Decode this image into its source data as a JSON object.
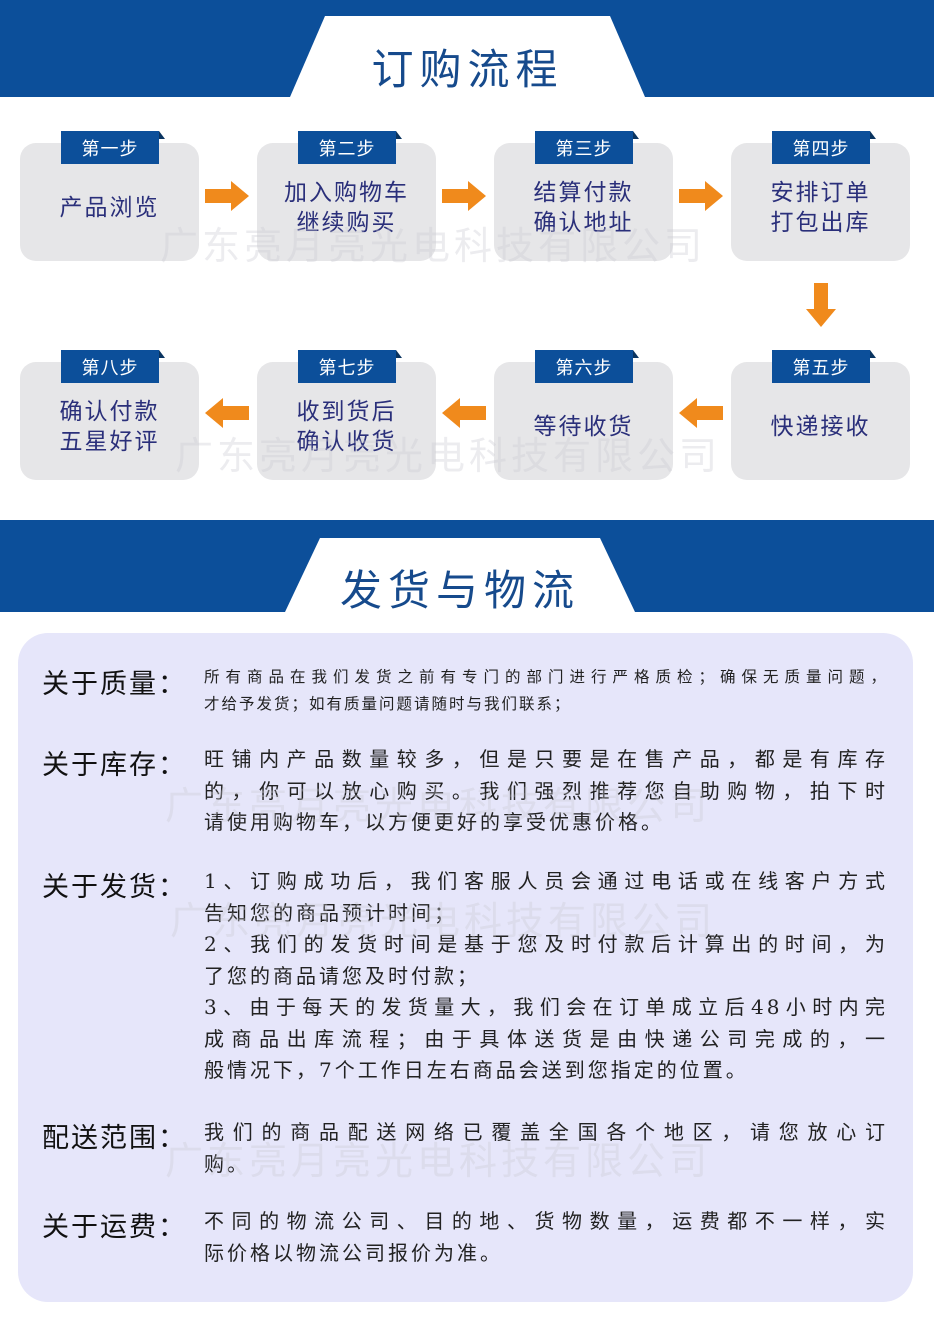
{
  "order_section": {
    "title": "订购流程",
    "steps": [
      {
        "badge": "第一步",
        "lines": [
          "产品浏览"
        ]
      },
      {
        "badge": "第二步",
        "lines": [
          "加入购物车",
          "继续购买"
        ]
      },
      {
        "badge": "第三步",
        "lines": [
          "结算付款",
          "确认地址"
        ]
      },
      {
        "badge": "第四步",
        "lines": [
          "安排订单",
          "打包出库"
        ]
      },
      {
        "badge": "第五步",
        "lines": [
          "快递接收"
        ]
      },
      {
        "badge": "第六步",
        "lines": [
          "等待收货"
        ]
      },
      {
        "badge": "第七步",
        "lines": [
          "收到货后",
          "确认收货"
        ]
      },
      {
        "badge": "第八步",
        "lines": [
          "确认付款",
          "五星好评"
        ]
      }
    ]
  },
  "shipping_section": {
    "title": "发货与物流",
    "items": [
      {
        "label": "关于质量：",
        "lines": [
          "所有商品在我们发货之前有专门的部门进行严格质检；确保无质量问题，",
          "才给予发货；如有质量问题请随时与我们联系；"
        ]
      },
      {
        "label": "关于库存：",
        "lines": [
          "旺铺内产品数量较多，但是只要是在售产品，都是有库存",
          "的，你可以放心购买。我们强烈推荐您自助购物，拍下时",
          "请使用购物车，以方便更好的享受优惠价格。"
        ]
      },
      {
        "label": "关于发货：",
        "lines": [
          "1、订购成功后，我们客服人员会通过电话或在线客户方式",
          "告知您的商品预计时间；",
          "2、我们的发货时间是基于您及时付款后计算出的时间，为",
          "了您的商品请您及时付款；",
          "3、由于每天的发货量大，我们会在订单成立后48小时内完",
          "成商品出库流程；由于具体送货是由快递公司完成的，一",
          "般情况下，7个工作日左右商品会送到您指定的位置。"
        ]
      },
      {
        "label": "配送范围：",
        "lines": [
          "我们的商品配送网络已覆盖全国各个地区，请您放心订",
          "购。"
        ]
      },
      {
        "label": "关于运费：",
        "lines": [
          "不同的物流公司、目的地、货物数量，运费都不一样，实",
          "际价格以物流公司报价为准。"
        ]
      }
    ]
  },
  "watermark": "广东亮月亮光电科技有限公司",
  "colors": {
    "brand_blue": "#0c4f9a",
    "arrow_orange": "#f08a1c",
    "panel": "#e6e6fa"
  }
}
